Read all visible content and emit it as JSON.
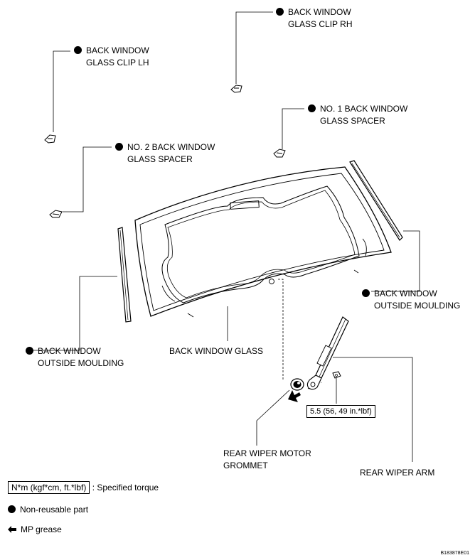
{
  "labels": {
    "clip_rh": [
      "BACK WINDOW",
      "GLASS CLIP RH"
    ],
    "clip_lh": [
      "BACK WINDOW",
      "GLASS CLIP LH"
    ],
    "spacer_no1": [
      "NO. 1 BACK WINDOW",
      "GLASS SPACER"
    ],
    "spacer_no2": [
      "NO. 2 BACK WINDOW",
      "GLASS SPACER"
    ],
    "moulding_right": [
      "BACK WINDOW",
      "OUTSIDE MOULDING"
    ],
    "moulding_left": [
      "BACK WINDOW",
      "OUTSIDE MOULDING"
    ],
    "glass": "BACK WINDOW GLASS",
    "grommet": [
      "REAR WIPER MOTOR",
      "GROMMET"
    ],
    "wiper_arm": "REAR WIPER ARM"
  },
  "torque_spec": "5.5 (56, 49 in.*lbf)",
  "legend": {
    "torque_unit": "N*m (kgf*cm, ft.*lbf)",
    "torque_text": ": Specified torque",
    "non_reusable": "Non-reusable part",
    "grease": "MP grease"
  },
  "diagram_code": "B183878E01",
  "icons": {
    "non_reusable": "filled-circle-icon",
    "grease": "left-arrow-icon"
  }
}
